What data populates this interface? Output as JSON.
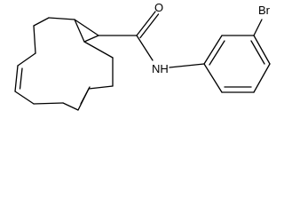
{
  "molecule": {
    "atoms": {
      "oxygen": "O",
      "amide_nitrogen": "NH",
      "bromine": "Br"
    }
  },
  "colors": {
    "bond": "#000000",
    "label": "#000000",
    "background": "#ffffff"
  }
}
